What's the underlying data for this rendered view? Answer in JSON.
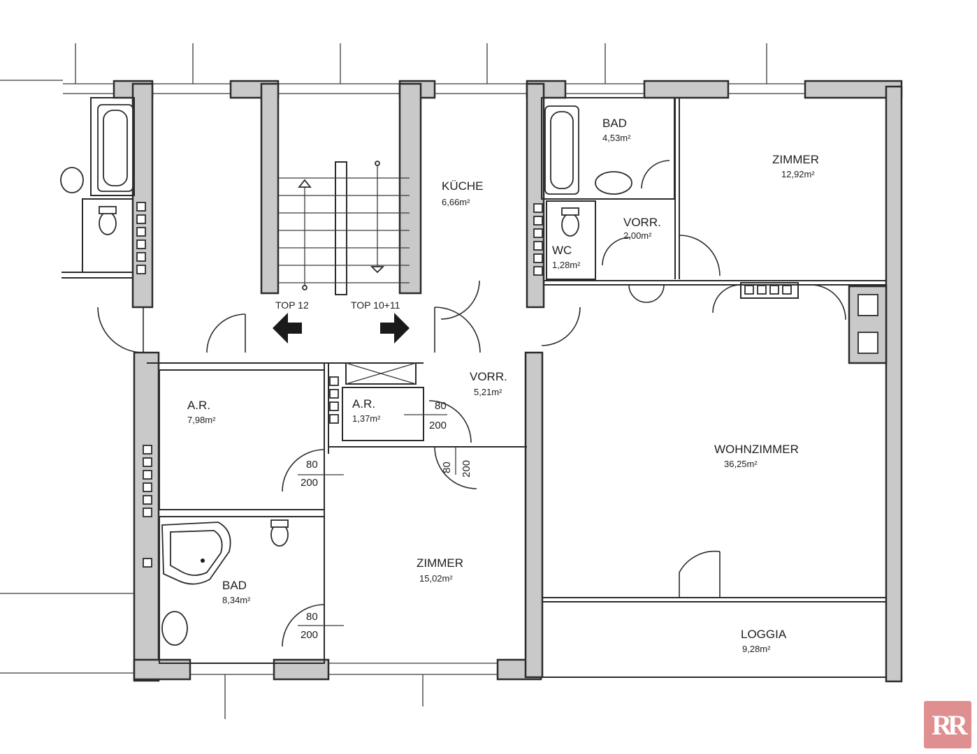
{
  "rooms": {
    "bad_top": {
      "name": "BAD",
      "area": "4,53m²"
    },
    "zimmer_top": {
      "name": "ZIMMER",
      "area": "12,92m²"
    },
    "kueche": {
      "name": "KÜCHE",
      "area": "6,66m²"
    },
    "vorr_small": {
      "name": "VORR.",
      "area": "2,00m²"
    },
    "wc": {
      "name": "WC",
      "area": "1,28m²"
    },
    "vorr_main": {
      "name": "VORR.",
      "area": "5,21m²"
    },
    "ar_large": {
      "name": "A.R.",
      "area": "7,98m²"
    },
    "ar_small": {
      "name": "A.R.",
      "area": "1,37m²"
    },
    "wohnzimmer": {
      "name": "WOHNZIMMER",
      "area": "36,25m²"
    },
    "zimmer_bot": {
      "name": "ZIMMER",
      "area": "15,02m²"
    },
    "bad_bot": {
      "name": "BAD",
      "area": "8,34m²"
    },
    "loggia": {
      "name": "LOGGIA",
      "area": "9,28m²"
    }
  },
  "stair_labels": {
    "left": "TOP 12",
    "right": "TOP 10+11"
  },
  "door_dims": [
    {
      "w": "80",
      "h": "200"
    },
    {
      "w": "80",
      "h": "200"
    },
    {
      "w": "80",
      "h": "200"
    },
    {
      "w": "80",
      "h": "200"
    }
  ],
  "logo": {
    "text": "RR",
    "color": "#e08f91"
  }
}
